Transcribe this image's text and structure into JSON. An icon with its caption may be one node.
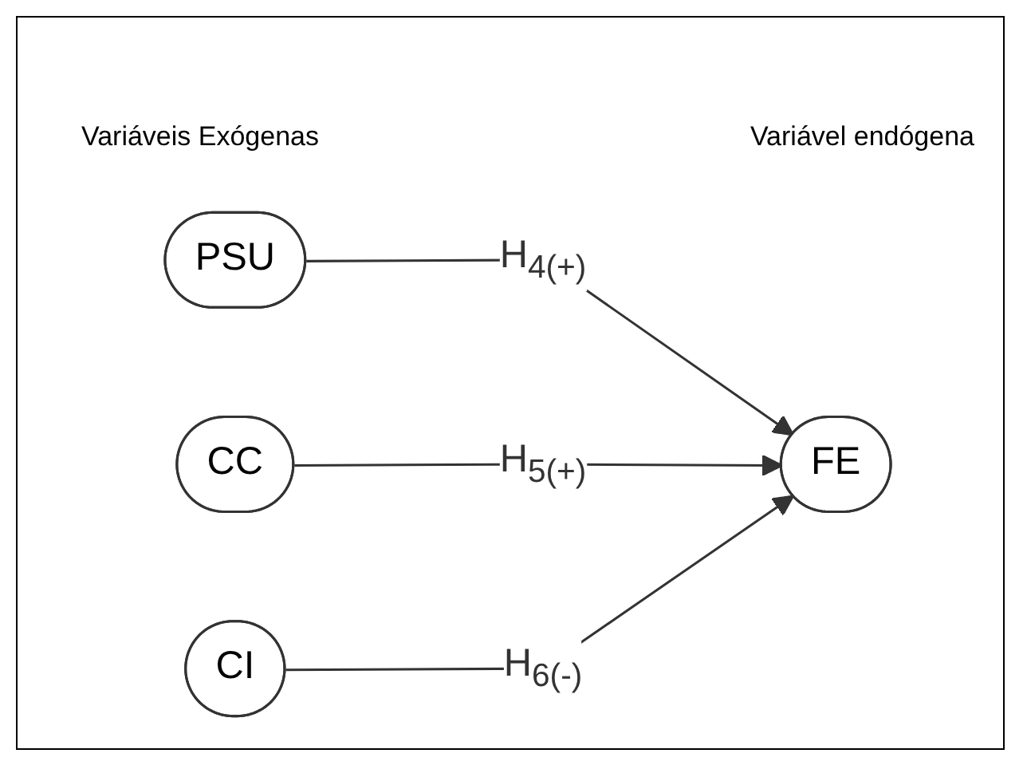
{
  "diagram": {
    "nodes": [
      {
        "text": [
          "PSU"
        ]
      },
      {
        "text": [
          "CC"
        ]
      },
      {
        "text": [
          "CI"
        ]
      },
      {
        "text": [
          "FE"
        ]
      }
    ],
    "edges": [
      {
        "from": 0,
        "to": 3,
        "arrow": "to",
        "label": "H$_{4(+)}$"
      },
      {
        "from": 1,
        "to": 3,
        "arrow": "to",
        "label": "H$_{5(+)}$"
      },
      {
        "from": 2,
        "to": 3,
        "arrow": "to",
        "label": "H$_{6(-)}$"
      }
    ],
    "labels": [
      "Variáveis Exógenas",
      "Variável endógena"
    ]
  }
}
